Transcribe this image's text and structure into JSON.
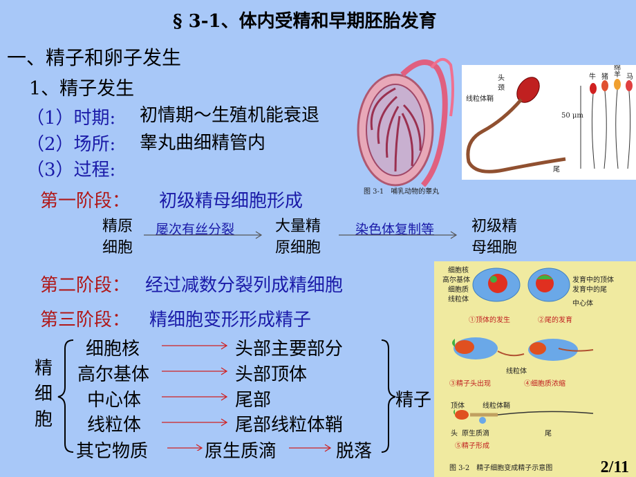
{
  "slide": {
    "title": "§ 3-1、体内受精和早期胚胎发育",
    "section": "一、精子和卵子发生",
    "subsection": "1、精子发生",
    "items": [
      {
        "label": "（1）时期:",
        "value": "初情期～生殖机能衰退"
      },
      {
        "label": "（2）场所:",
        "value": "睾丸曲细精管内"
      },
      {
        "label": "（3）过程:",
        "value": ""
      }
    ],
    "stage1": {
      "label": "第一阶段：",
      "value": "初级精母细胞形成"
    },
    "flow": {
      "node1_line1": "精原",
      "node1_line2": "细胞",
      "arrow1": "屡次有丝分裂",
      "node2_line1": "大量精",
      "node2_line2": "原细胞",
      "arrow2": "染色体复制等",
      "node3_line1": "初级精",
      "node3_line2": "母细胞"
    },
    "stage2": {
      "label": "第二阶段：",
      "value": "经过减数分裂列成精细胞"
    },
    "stage3": {
      "label": "第三阶段：",
      "value": "精细胞变形形成精子"
    },
    "cell_label": [
      "精",
      "细",
      "胞"
    ],
    "mapping": [
      {
        "from": "细胞核",
        "to": "头部主要部分"
      },
      {
        "from": "高尔基体",
        "to": "头部顶体"
      },
      {
        "from": "中心体",
        "to": "尾部"
      },
      {
        "from": "线粒体",
        "to": "尾部线粒体鞘"
      },
      {
        "from": "其它物质",
        "to": "原生质滴",
        "then": "脱落"
      }
    ],
    "result": "精子",
    "page_number": "2/11"
  },
  "figures": {
    "testis_caption": "图 3-1　哺乳动物的睾丸",
    "sperm_labels": {
      "head": "头",
      "neck": "颈",
      "mito": "线粒体鞘",
      "tail": "尾",
      "scale": "50 μm",
      "cow": "牛",
      "pig": "猪",
      "sheep": "绵羊",
      "horse": "马"
    },
    "dev_labels": {
      "nucleus": "细胞核",
      "golgi": "高尔基体",
      "membrane": "细胞质",
      "mito": "线粒体",
      "acrosome_dev": "发育中的顶体",
      "tail_dev": "发育中的尾",
      "centriole": "中心体",
      "step1": "①顶体的发生",
      "step2": "②尾的发育",
      "step3": "③精子头出现",
      "step4": "④细胞质浓缩",
      "mito2": "线粒体",
      "acrosome": "顶体",
      "mito_sheath": "线粒体鞘",
      "head": "头",
      "droplet": "原生质滴",
      "tail": "尾",
      "step5": "⑤精子形成",
      "caption": "图 3-2　精子细胞变成精子示意图"
    }
  },
  "colors": {
    "background": "#a8c8f8",
    "blue_text": "#1a1aa8",
    "red_text": "#b01818",
    "arrow_red": "#d02020"
  }
}
